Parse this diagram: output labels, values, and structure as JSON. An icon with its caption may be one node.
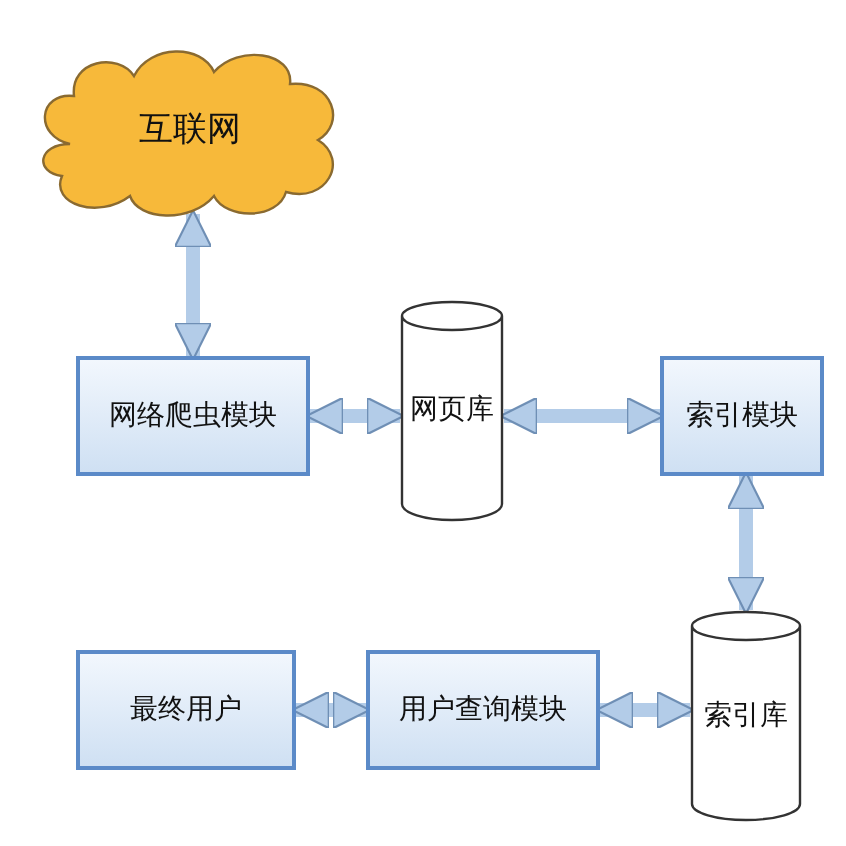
{
  "diagram": {
    "nodes": [
      {
        "text": [
          "互联网"
        ]
      },
      {
        "text": [
          "网络爬虫模块"
        ]
      },
      {
        "text": [
          "网页库"
        ]
      },
      {
        "text": [
          "索引模块"
        ]
      },
      {
        "text": [
          "索引库"
        ]
      },
      {
        "text": [
          "最终用户"
        ]
      },
      {
        "text": [
          "用户查询模块"
        ]
      }
    ],
    "edges": [
      {
        "from": 0,
        "to": 1,
        "arrow": "both"
      },
      {
        "from": 1,
        "to": 2,
        "arrow": "both"
      },
      {
        "from": 2,
        "to": 3,
        "arrow": "both"
      },
      {
        "from": 3,
        "to": 4,
        "arrow": "both"
      },
      {
        "from": 5,
        "to": 6,
        "arrow": "both"
      },
      {
        "from": 6,
        "to": 4,
        "arrow": "both"
      }
    ]
  }
}
